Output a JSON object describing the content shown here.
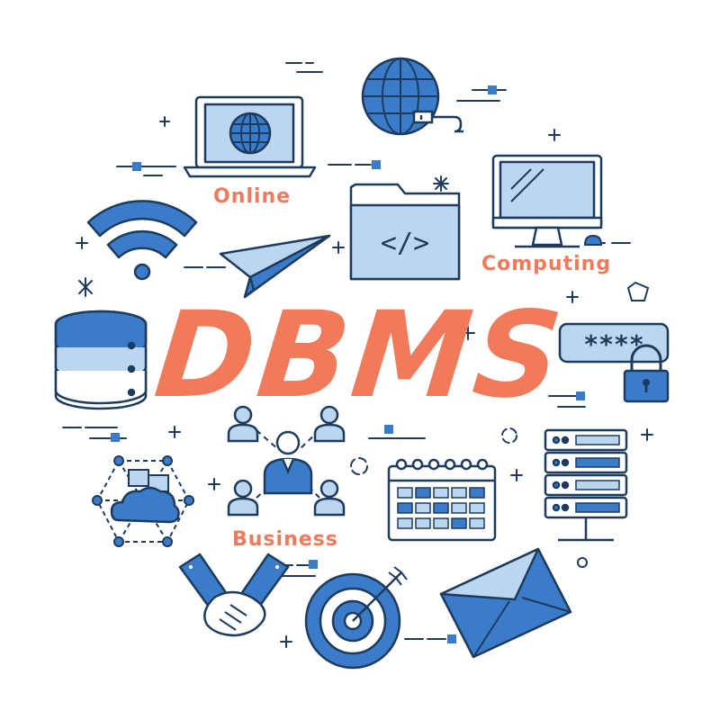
{
  "title": "DBMS",
  "labels": {
    "online": "Online",
    "computing": "Computing",
    "business": "Business"
  },
  "password_mask": "****",
  "code_symbol": "</>",
  "colors": {
    "accent": "#f07a5a",
    "line": "#1d3b5c",
    "blue": "#3a7cc9",
    "light_blue": "#bcd6f0",
    "white": "#ffffff"
  },
  "icons": [
    "laptop-globe-icon",
    "globe-icon",
    "monitor-icon",
    "wifi-icon",
    "paper-plane-icon",
    "code-folder-icon",
    "database-icon",
    "password-lock-icon",
    "server-rack-icon",
    "team-network-icon",
    "cloud-network-icon",
    "calendar-icon",
    "handshake-icon",
    "target-icon",
    "envelope-icon"
  ]
}
